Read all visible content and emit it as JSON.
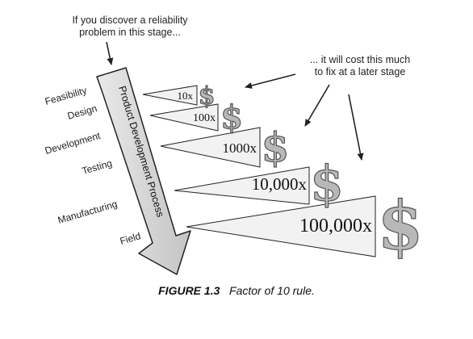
{
  "notes": {
    "top_line1": "If you discover a reliability",
    "top_line2": "problem in this stage...",
    "right_line1": "... it will cost this much",
    "right_line2": "to fix at a later stage"
  },
  "process_label": "Product Development Process",
  "stages": [
    {
      "label": "Feasibility"
    },
    {
      "label": "Design",
      "factor": "10x"
    },
    {
      "label": "Development",
      "factor": "100x"
    },
    {
      "label": "Testing",
      "factor": "1000x"
    },
    {
      "label": "Manufacturing",
      "factor": "10,000x"
    },
    {
      "label": "Field",
      "factor": "100,000x"
    }
  ],
  "dollar_symbol": "$",
  "caption": {
    "label": "FIGURE 1.3",
    "text": "Factor of 10 rule."
  }
}
